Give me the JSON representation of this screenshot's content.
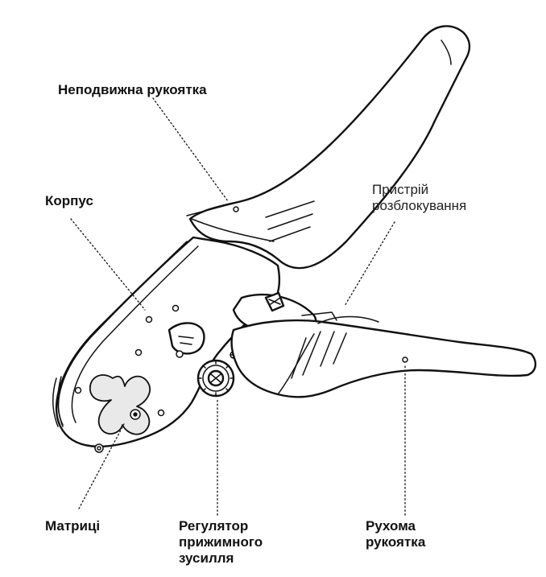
{
  "labels": {
    "fixed_handle": "Неподвижна рукоятка",
    "body": "Корпус",
    "unlock_device_line1": "Пристрій",
    "unlock_device_line2": "розблокування",
    "dies": "Матриці",
    "force_regulator_line1": "Регулятор",
    "force_regulator_line2": "прижимного",
    "force_regulator_line3": "зусилля",
    "movable_handle_line1": "Рухома",
    "movable_handle_line2": "рукоятка"
  }
}
